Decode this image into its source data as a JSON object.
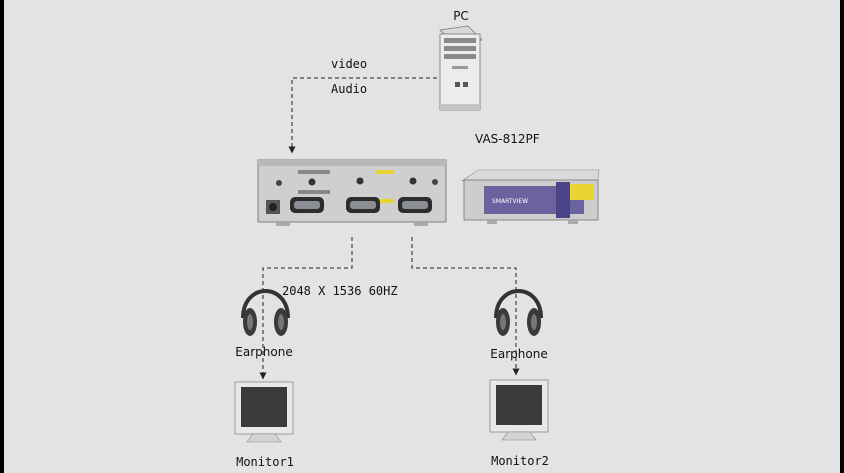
{
  "labels": {
    "pc": "PC",
    "video": "video",
    "audio": "Audio",
    "model": "VAS-812PF",
    "resolution": "2048 X 1536 60HZ",
    "earphone_left": "Earphone",
    "earphone_right": "Earphone",
    "monitor1": "Monitor1",
    "monitor2": "Monitor2"
  },
  "device_front_text": "SMARTVIEW",
  "colors": {
    "background": "#e3e3e3",
    "frame": "#000000",
    "line": "#222222",
    "device_body": "#cfcfcf",
    "front_panel": "#6a63a0",
    "label_yellow": "#e9d531"
  }
}
